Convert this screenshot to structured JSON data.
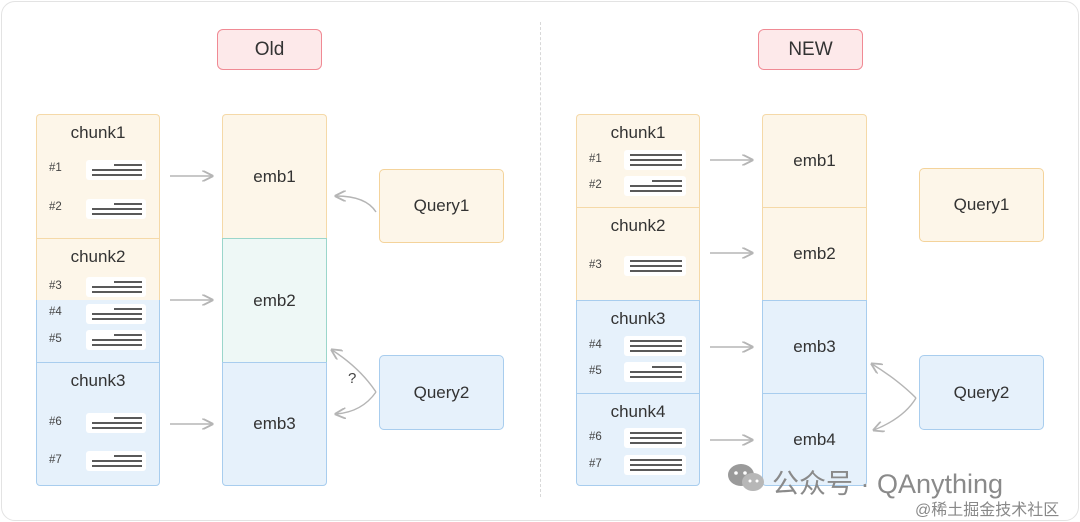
{
  "old": {
    "tag": "Old",
    "chunks": [
      "chunk1",
      "chunk2",
      "chunk3"
    ],
    "markers": [
      "#1",
      "#2",
      "#3",
      "#4",
      "#5",
      "#6",
      "#7"
    ],
    "embs": [
      "emb1",
      "emb2",
      "emb3"
    ],
    "queries": [
      "Query1",
      "Query2"
    ],
    "question": "?"
  },
  "new": {
    "tag": "NEW",
    "chunks": [
      "chunk1",
      "chunk2",
      "chunk3",
      "chunk4"
    ],
    "markers": [
      "#1",
      "#2",
      "#3",
      "#4",
      "#5",
      "#6",
      "#7"
    ],
    "embs": [
      "emb1",
      "emb2",
      "emb3",
      "emb4"
    ],
    "queries": [
      "Query1",
      "Query2"
    ]
  },
  "watermark": {
    "main": "公众号 · QAnything",
    "sub": "@稀土掘金技术社区"
  },
  "colors": {
    "yellow_fill": "#fdf6e9",
    "blue_fill": "#e6f1fb",
    "teal_fill": "#eef8f6",
    "tag_border": "#f08a94",
    "arrow": "#b5b5b5"
  }
}
